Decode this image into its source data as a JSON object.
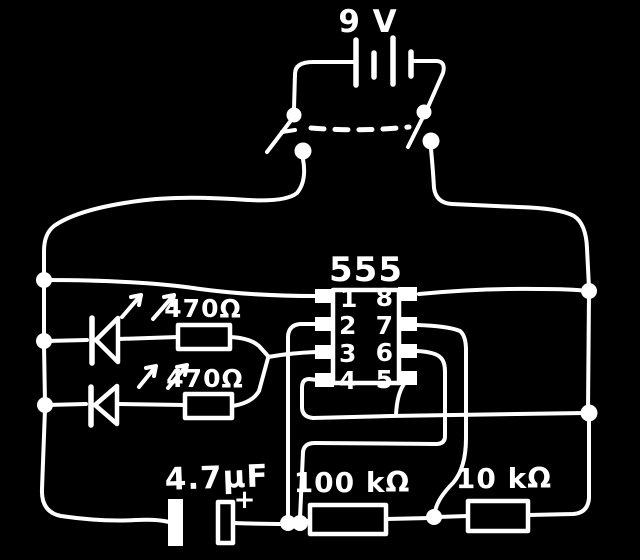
{
  "colors": {
    "background": "#000000",
    "ink": "#ffffff"
  },
  "battery": {
    "label": "9 V"
  },
  "ic": {
    "label": "555",
    "pins_left": [
      "1",
      "2",
      "3",
      "4"
    ],
    "pins_right": [
      "8",
      "7",
      "6",
      "5"
    ]
  },
  "resistors": {
    "r1": "470Ω",
    "r2": "470Ω",
    "r3": "100 kΩ",
    "r4": "10 kΩ"
  },
  "capacitor": {
    "label": "4.7µF",
    "plus": "+"
  }
}
